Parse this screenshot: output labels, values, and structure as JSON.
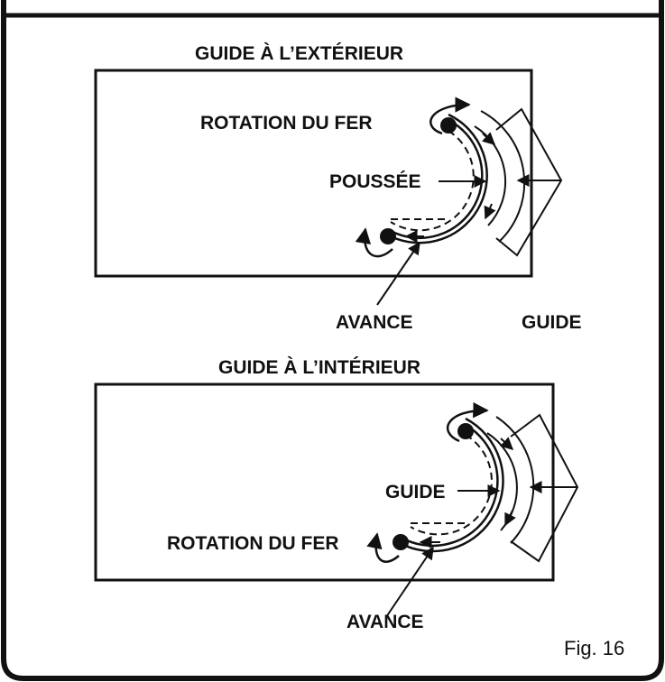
{
  "top_panel": {
    "title": "GUIDE À L’EXTÉRIEUR",
    "rotation_label": "ROTATION DU FER",
    "thrust_label": "POUSSÉE",
    "feed_label": "AVANCE",
    "guide_label": "GUIDE"
  },
  "bottom_panel": {
    "title": "GUIDE À L’INTÉRIEUR",
    "guide_label": "GUIDE",
    "rotation_label": "ROTATION DU FER",
    "feed_label": "AVANCE"
  },
  "figure_label": "Fig. 16"
}
